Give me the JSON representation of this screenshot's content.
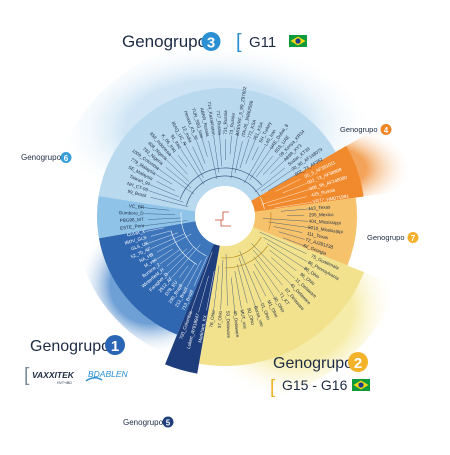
{
  "colors": {
    "g1": "#2f67b1",
    "g1_light": "#4b83c5",
    "g2": "#f2e28d",
    "g3": "#b9d9ef",
    "g4": "#f18a2c",
    "g5": "#1e3d7c",
    "g6": "#8fc3e7",
    "g7": "#f6c36c",
    "badge_g1": "#2a66b5",
    "badge_g2": "#f2b32b",
    "badge_g3": "#2a8fd3",
    "badge_g4": "#ef8522",
    "badge_g5": "#1f3f7c",
    "badge_g6": "#3a9ed9",
    "badge_g7": "#f5b12c",
    "text": "#1d2c44",
    "flag_green": "#0d9a3c",
    "flag_yellow": "#f6d915",
    "flag_blue": "#1f3c8a"
  },
  "groups": {
    "g1": {
      "word": "Genogrupo",
      "num": "1"
    },
    "g2": {
      "word": "Genogrupo",
      "num": "2"
    },
    "g3": {
      "word": "Genogrupo",
      "num": "3"
    },
    "g4": {
      "word": "Genogrupo",
      "num": "4"
    },
    "g5": {
      "word": "Genogrupo",
      "num": "5"
    },
    "g6": {
      "word": "Genogrupo",
      "num": "6"
    },
    "g7": {
      "word": "Genogrupo",
      "num": "7"
    }
  },
  "tags": {
    "g3": "G11",
    "g2": "G15 - G16"
  },
  "logos": {
    "vaxxitek": "VAXXITEK",
    "vaxxitek_sub": "HVT+IBD",
    "bdablen": "BDABLEN"
  },
  "leaves": [
    "99_Brazil",
    "NH_CT-99",
    "Taiwan_97",
    "SE_Malaysia",
    "779_Malaysia",
    "1009_Colombia",
    "792_Nigeria",
    "408_Nigeria",
    "858_Indonesia",
    "K_06_Iraq",
    "91_Iraq",
    "IRAQ_UC_N",
    "12_India",
    "Heraxx_KS_36",
    "TUR_SB3_Iran",
    "ABRR_Russia",
    "714_Kazakhstan",
    "717_Russia",
    "731_Russia",
    "73_Russia",
    "BREVRF_5_99_Z97602",
    "ITA-05_JN862566",
    "772_KSA",
    "751_KSA",
    "SH_Turkey",
    "L40_Iran",
    "UAE_Dubai_8",
    "6SS_UAE",
    "09_Kenya_KR34",
    "A89R_KY3",
    "Sudan_KT39",
    "00_95_AF148079",
    "002_73_AF362",
    "05_5_AF381011",
    "002_73_AF38908",
    "006_95_AF148080",
    "429_Russia",
    "VR77_HM071991",
    "113_Texas",
    "295_Mexico",
    "404_Mississippi",
    "5010_Mississippi",
    "111_Texas",
    "T2_AJ281238",
    "62_Georgia",
    "75_Guatemala",
    "86_Pennsylvania",
    "88_Ohio",
    "96_Ohio",
    "11_Delaware",
    "41_Delaware",
    "67_Delaware",
    "T1_KT",
    "20_Ohio",
    "M1_Ohio",
    "01_Ohio",
    "Bursa_vac",
    "90_Ohio",
    "MUT_vac",
    "40_Delaware",
    "53_Delaware",
    "37_Ohio",
    "78_Ohio",
    "Markham_KX",
    "Lukert_AY918947",
    "793_Colombia",
    "713_Brazil",
    "212_Brazil",
    "230_Brazil",
    "D78_EU",
    "2512_AF",
    "Faragher_D",
    "Winterfield_H",
    "Bursine_2",
    "M_vac",
    "NA_HB",
    "52_70_AF",
    "GLS_UK",
    "IBDV_GLS",
    "Cu1wt_X",
    "ESTE_Peru",
    "PBG98_MT",
    "Gumboro_D",
    "VC_BR"
  ]
}
